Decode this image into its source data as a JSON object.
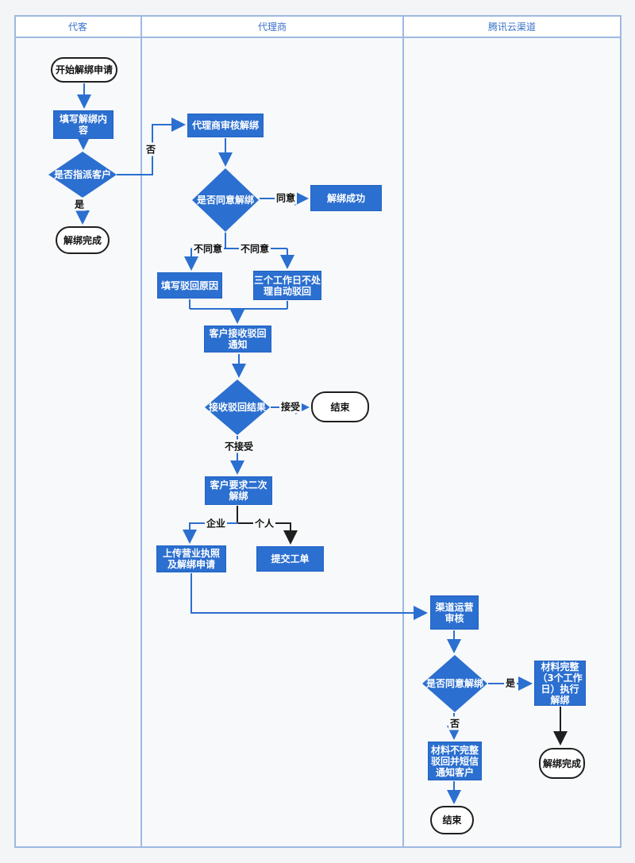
{
  "diagram": {
    "lanes": [
      {
        "id": "customer",
        "label": "代客"
      },
      {
        "id": "agent",
        "label": "代理商"
      },
      {
        "id": "tencent-channel",
        "label": "腾讯云渠道"
      }
    ],
    "nodes": {
      "start": {
        "type": "terminator",
        "label": "开始解绑申请"
      },
      "fill_content": {
        "type": "process",
        "label": "填写解绑内\n容"
      },
      "assign_decision": {
        "type": "decision",
        "label": "是否指派客户"
      },
      "unbind_done_1": {
        "type": "terminator",
        "label": "解绑完成"
      },
      "agent_review": {
        "type": "process",
        "label": "代理商审核解绑"
      },
      "agree_decision_1": {
        "type": "decision",
        "label": "是否同意解绑"
      },
      "unbind_success": {
        "type": "process",
        "label": "解绑成功"
      },
      "fill_reject_reason": {
        "type": "process",
        "label": "填写驳回原因"
      },
      "auto_reject": {
        "type": "process",
        "label": "三个工作日不处\n理自动驳回"
      },
      "receive_notice": {
        "type": "process",
        "label": "客户接收驳回\n通知"
      },
      "receive_result": {
        "type": "decision",
        "label": "接收驳回结果"
      },
      "end_1": {
        "type": "terminator",
        "label": "结束"
      },
      "second_unbind": {
        "type": "process",
        "label": "客户要求二次\n解绑"
      },
      "upload_license": {
        "type": "process",
        "label": "上传营业执照\n及解绑申请"
      },
      "submit_ticket": {
        "type": "process",
        "label": "提交工单"
      },
      "channel_review": {
        "type": "process",
        "label": "渠道运营\n审核"
      },
      "agree_decision_2": {
        "type": "decision",
        "label": "是否同意解绑"
      },
      "material_complete": {
        "type": "process",
        "label": "材料完整\n（3个工作\n日）执行\n解绑"
      },
      "material_incomplete": {
        "type": "process",
        "label": "材料不完整\n驳回并短信\n通知客户"
      },
      "unbind_done_2": {
        "type": "terminator",
        "label": "解绑完成"
      },
      "end_2": {
        "type": "terminator",
        "label": "结束"
      }
    },
    "edge_labels": {
      "no_1": "否",
      "yes_1": "是",
      "agree": "同意",
      "disagree_left": "不同意",
      "disagree_right": "不同意",
      "accept": "接受",
      "not_accept": "不接受",
      "enterprise": "企业",
      "personal": "个人",
      "yes_2": "是",
      "no_2": "否"
    },
    "colors": {
      "node_fill": "#2b6fd0",
      "node_border": "#2263c2",
      "edge_blue": "#2b6fd0",
      "edge_black": "#1f1f1f",
      "lane_border": "#9db9e2",
      "header_text": "#3b72c9",
      "terminator_border": "#1f1f1f"
    }
  }
}
